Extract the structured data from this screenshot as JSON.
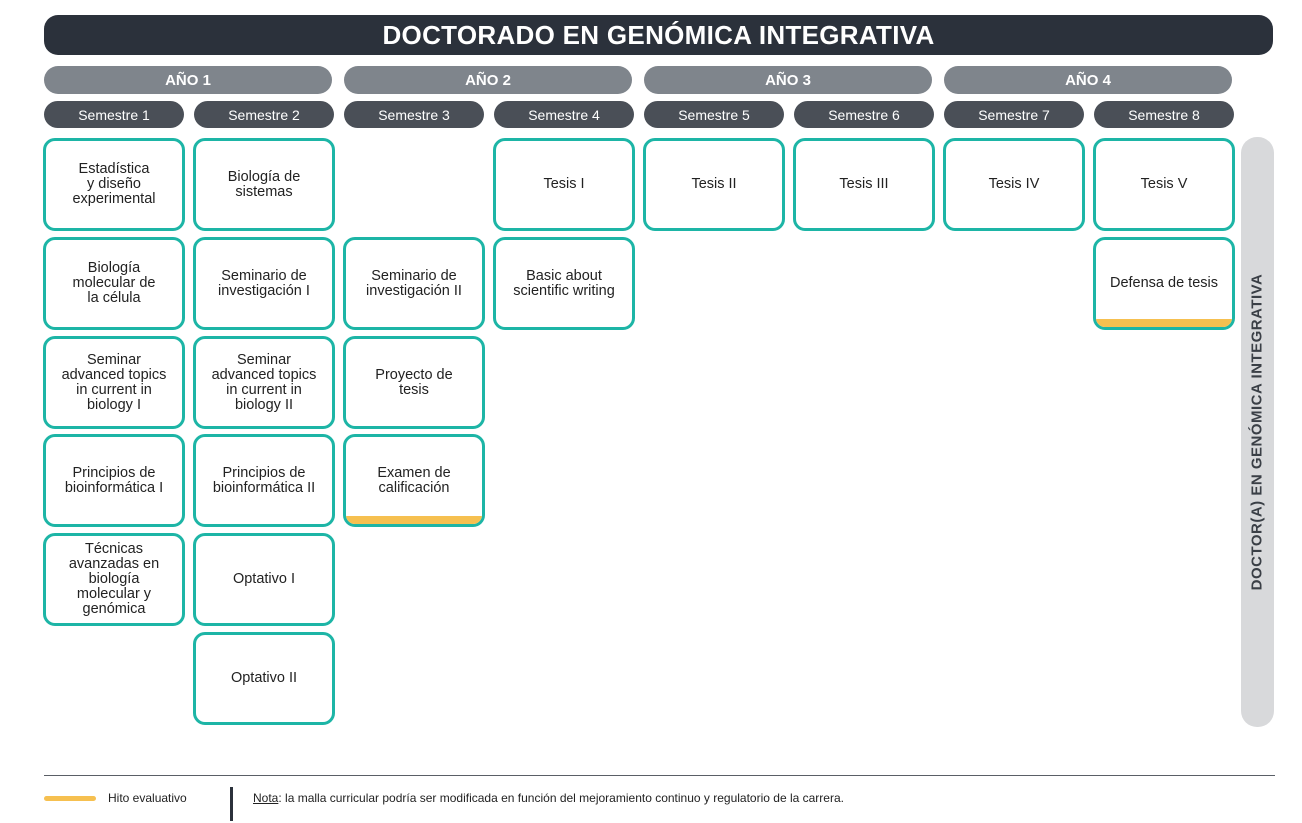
{
  "title": "DOCTORADO EN GENÓMICA INTEGRATIVA",
  "years": [
    "AÑO 1",
    "AÑO 2",
    "AÑO 3",
    "AÑO 4"
  ],
  "semesters": [
    "Semestre 1",
    "Semestre 2",
    "Semestre 3",
    "Semestre 4",
    "Semestre 5",
    "Semestre 6",
    "Semestre 7",
    "Semestre 8"
  ],
  "courses": {
    "estadistica": "Estadística\ny diseño\nexperimental",
    "biologia_molecular": "Biología\nmolecular de\nla célula",
    "seminar_topics_1": "Seminar\nadvanced topics\nin current in\nbiology I",
    "principios_bioinfo_1": "Principios de\nbioinformática I",
    "tecnicas_avanzadas": "Técnicas\navanzadas en\nbiología\nmolecular y\ngenómica",
    "biologia_sistemas": "Biología de\nsistemas",
    "seminario_investigacion_1": "Seminario de\ninvestigación I",
    "seminar_topics_2": "Seminar\nadvanced topics\nin current in\nbiology II",
    "principios_bioinfo_2": "Principios de\nbioinformática II",
    "optativo_1": "Optativo I",
    "optativo_2": "Optativo II",
    "seminario_investigacion_2": "Seminario de\ninvestigación II",
    "proyecto_tesis": "Proyecto de\ntesis",
    "examen_calificacion": "Examen de\ncalificación",
    "tesis_1": "Tesis I",
    "basic_writing": "Basic about\nscientific writing",
    "tesis_2": "Tesis II",
    "tesis_3": "Tesis III",
    "tesis_4": "Tesis IV",
    "tesis_5": "Tesis V",
    "defensa_tesis": "Defensa de tesis"
  },
  "degree": "DOCTOR(A) EN GENÓMICA INTEGRATIVA",
  "legend": {
    "milestone_label": "Hito evaluativo",
    "milestone_color": "#f6c050"
  },
  "note": {
    "key": "Nota",
    "text": ": la malla curricular podría ser modificada en función del mejoramiento continuo y regulatorio de la carrera."
  },
  "colors": {
    "title_bg": "#2b313b",
    "year_bg": "#7f858c",
    "semester_bg": "#4a4f57",
    "course_border": "#1db5a6"
  }
}
